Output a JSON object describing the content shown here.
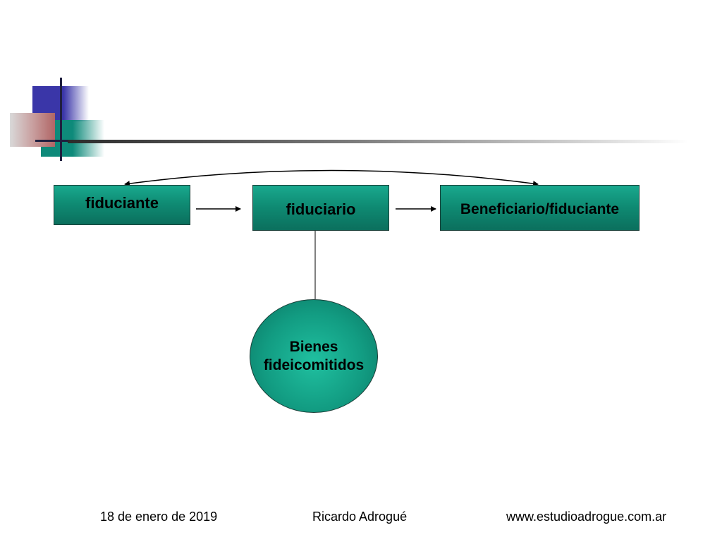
{
  "diagram": {
    "nodes": {
      "fiduciante": "fiduciante",
      "fiduciario": "fiduciario",
      "beneficiario": "Beneficiario/fiduciante",
      "bienes_line1": "Bienes",
      "bienes_line2": "fideicomitidos"
    },
    "edges": [
      {
        "from": "fiduciante",
        "to": "fiduciario",
        "type": "arrow"
      },
      {
        "from": "fiduciario",
        "to": "beneficiario",
        "type": "arrow"
      },
      {
        "from": "beneficiario",
        "to": "fiduciante",
        "type": "curved-double-arrow"
      },
      {
        "from": "fiduciario",
        "to": "bienes",
        "type": "line"
      }
    ]
  },
  "footer": {
    "date": "18 de enero de 2019",
    "author": "Ricardo Adrogué",
    "url": "www.estudioadrogue.com.ar"
  },
  "colors": {
    "node_fill": "#0f8c74",
    "accent_blue": "#3a36a8",
    "accent_red": "#b06565"
  }
}
